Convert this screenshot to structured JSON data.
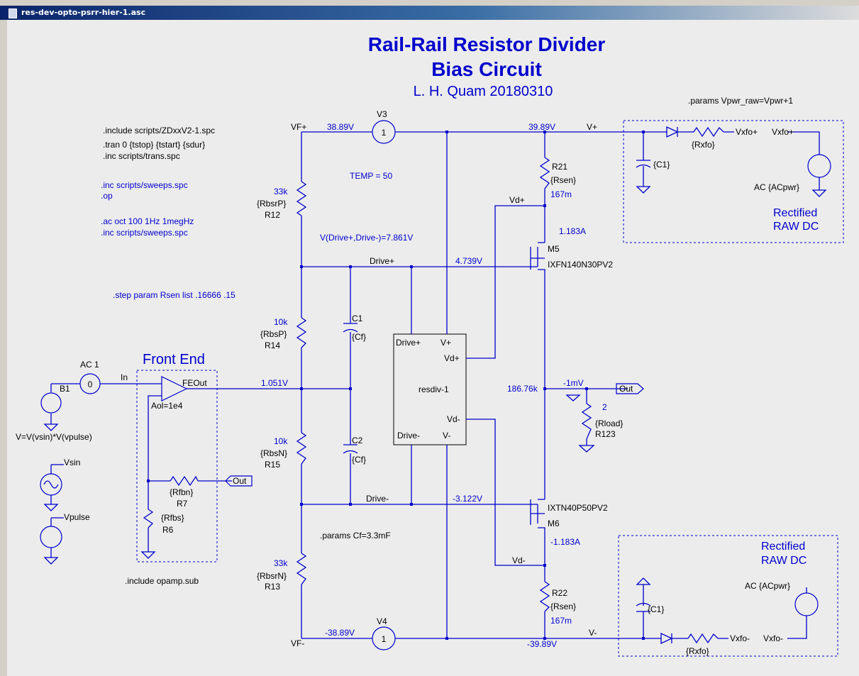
{
  "window": {
    "title": "res-dev-opto-psrr-hier-1.asc"
  },
  "header": {
    "title_line1": "Rail-Rail Resistor Divider",
    "title_line2": "Bias Circuit",
    "author": "L. H. Quam  20180310"
  },
  "directives": {
    "include_zdxx": ".include scripts/ZDxxV2-1.spc",
    "tran": ".tran 0 {tstop} {tstart} {sdur}",
    "inc_trans": ".inc scripts/trans.spc",
    "inc_sweeps_1": ".inc scripts/sweeps.spc",
    "op": ".op",
    "ac": ".ac oct 100 1Hz 1megHz",
    "inc_sweeps_2": ".inc scripts/sweeps.spc",
    "step": ".step param Rsen list .16666 .15",
    "temp": "TEMP = 50",
    "params_pwr": ".params Vpwr_raw=Vpwr+1",
    "params_cf": ".params Cf=3.3mF",
    "include_opamp": ".include opamp.sub",
    "vdrive": "V(Drive+,Drive-)=7.861V"
  },
  "nets": {
    "vf_plus": "VF+",
    "vf_minus": "VF-",
    "v_plus": "V+",
    "v_minus": "V-",
    "drive_plus": "Drive+",
    "drive_minus": "Drive-",
    "vd_plus": "Vd+",
    "vd_minus": "Vd-",
    "in": "In",
    "feout": "FEOut",
    "out": "Out",
    "vxfo_plus": "Vxfo+",
    "vxfo_minus": "Vxfo-"
  },
  "voltages": {
    "vf_plus": "38.89V",
    "v_plus": "39.89V",
    "vf_minus": "-38.89V",
    "v_minus": "-39.89V",
    "drive_plus": "4.739V",
    "drive_minus": "-3.122V",
    "fe": "1.051V",
    "out": "-1mV",
    "mid_r": "186.76k",
    "i_m5": "1.183A",
    "i_m6": "-1.183A",
    "r21": "167m",
    "r22": "167m",
    "rload": "2"
  },
  "components": {
    "v3": "V3",
    "v4": "V4",
    "src_v3": "1",
    "src_v4": "1",
    "ac1": "AC 1",
    "ac1_val": "0",
    "b1": "B1",
    "b1_expr": "V=V(vsin)*V(vpulse)",
    "vsin": "Vsin",
    "vpulse": "Vpulse",
    "r12_val": "33k",
    "r12_param": "{RbsrP}",
    "r12": "R12",
    "r14_val": "10k",
    "r14_param": "{RbsP}",
    "r14": "R14",
    "r15_val": "10k",
    "r15_param": "{RbsN}",
    "r15": "R15",
    "r13_val": "33k",
    "r13_param": "{RbsrN}",
    "r13": "R13",
    "c1": "C1",
    "c1_param": "{Cf}",
    "c2": "C2",
    "c2_param": "{Cf}",
    "r21": "R21",
    "r21_param": "{Rsen}",
    "r22": "R22",
    "r22_param": "{Rsen}",
    "m5": "M5",
    "m5_model": "IXFN140N30PV2",
    "m6": "M6",
    "m6_model": "IXTN40P50PV2",
    "r123": "R123",
    "r123_param": "{Rload}",
    "r7": "R7",
    "r7_param": "{Rfbn}",
    "r6": "R6",
    "r6_param": "{Rfbs}",
    "aol": "Aol=1e4",
    "rxfo": "{Rxfo}",
    "c1_raw": "{C1}",
    "acpwr": "AC {ACpwr}"
  },
  "subcircuit": {
    "name": "resdiv-1",
    "pins": {
      "drive_plus": "Drive+",
      "v_plus": "V+",
      "vd_plus": "Vd+",
      "vd_minus": "Vd-",
      "drive_minus": "Drive-",
      "v_minus": "V-"
    }
  },
  "boxes": {
    "front_end": "Front End",
    "rect_top_1": "Rectified",
    "rect_top_2": "RAW DC",
    "rect_bot_1": "Rectified",
    "rect_bot_2": "RAW DC"
  },
  "colors": {
    "wire": "#0000cc",
    "text_blue": "#0000cc",
    "dark_text": "#000000",
    "background": "#ececec"
  }
}
